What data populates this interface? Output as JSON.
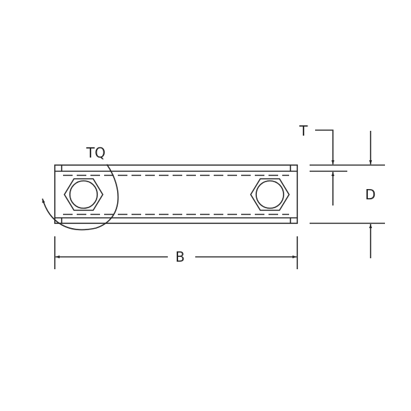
{
  "labels": {
    "torque": "TQ",
    "thickness": "T",
    "depth": "D",
    "length": "B"
  },
  "colors": {
    "line": "#222222",
    "background": "#ffffff"
  }
}
